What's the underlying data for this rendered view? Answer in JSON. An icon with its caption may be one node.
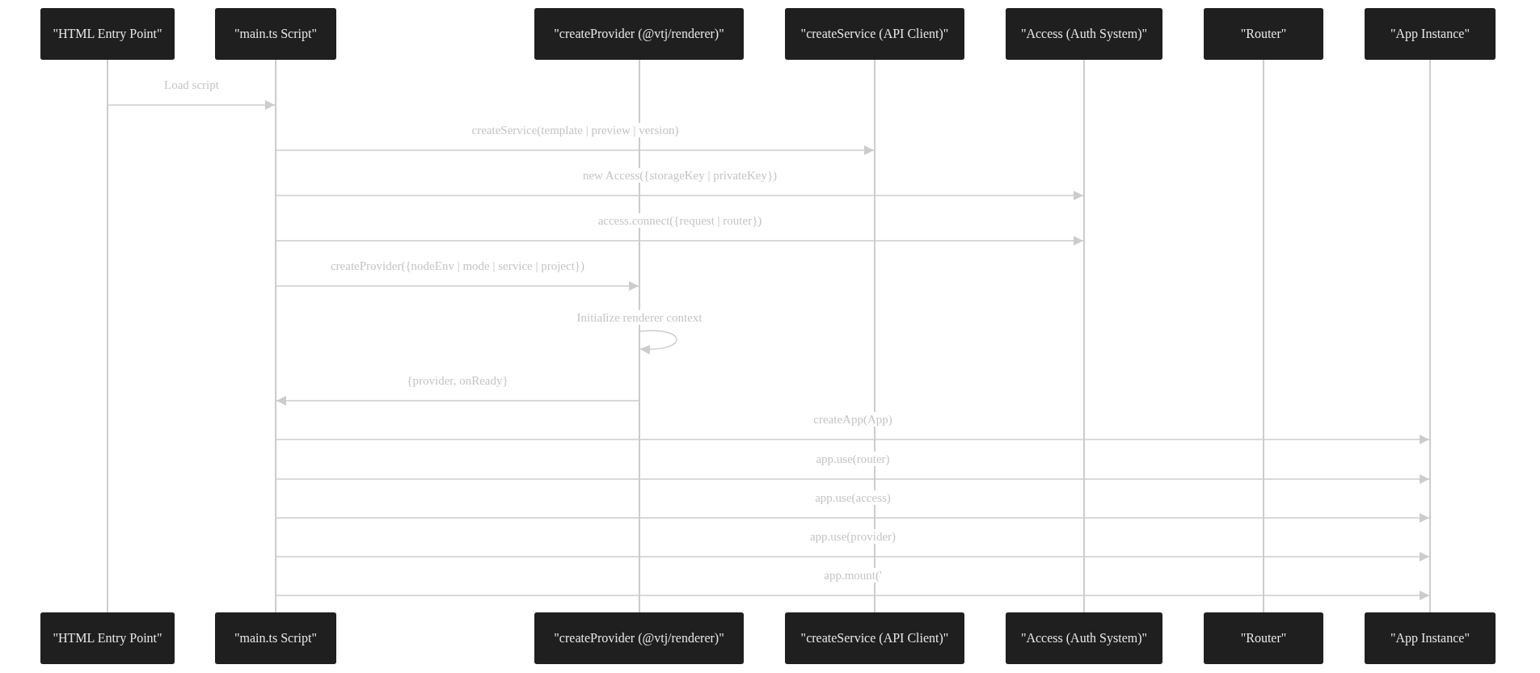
{
  "diagram": {
    "nodes": [
      {
        "text": [
          "\"HTML Entry Point\""
        ]
      },
      {
        "text": [
          "\"main.ts Script\""
        ]
      },
      {
        "text": [
          "\"createProvider (@vtj/renderer)\""
        ]
      },
      {
        "text": [
          "\"createService (API Client)\""
        ]
      },
      {
        "text": [
          "\"Access (Auth System)\""
        ]
      },
      {
        "text": [
          "\"Router\""
        ]
      },
      {
        "text": [
          "\"App Instance\""
        ]
      },
      {
        "text": [],
        "shape": "bar"
      },
      {
        "text": [],
        "shape": "bar"
      },
      {
        "text": [],
        "shape": "bar"
      },
      {
        "text": [],
        "shape": "bar"
      },
      {
        "text": [],
        "shape": "bar"
      },
      {
        "text": [],
        "shape": "bar"
      },
      {
        "text": [],
        "shape": "bar"
      },
      {
        "text": [
          "\"HTML Entry Point\""
        ]
      },
      {
        "text": [
          "\"main.ts Script\""
        ]
      },
      {
        "text": [
          "\"createProvider (@vtj/renderer)\""
        ]
      },
      {
        "text": [
          "\"createService (API Client)\""
        ]
      },
      {
        "text": [
          "\"Access (Auth System)\""
        ]
      },
      {
        "text": [
          "\"Router\""
        ]
      },
      {
        "text": [
          "\"App Instance\""
        ]
      }
    ],
    "edges": [
      {
        "from": 7,
        "to": 8,
        "arrow": "to",
        "label": "Load script"
      },
      {
        "from": 8,
        "to": 10,
        "arrow": "to",
        "label": "createService(template | preview | version)"
      },
      {
        "from": 8,
        "to": 11,
        "arrow": "to",
        "label": "new Access({storageKey | privateKey})"
      },
      {
        "from": 8,
        "to": 11,
        "arrow": "to",
        "label": "access.connect({request | router})"
      },
      {
        "from": 8,
        "to": 9,
        "arrow": "to",
        "label": "createProvider({nodeEnv | mode | service | project})"
      },
      {
        "from": 9,
        "to": 9,
        "arrow": "to",
        "label": "Initialize renderer context"
      },
      {
        "from": 9,
        "to": 8,
        "arrow": "to",
        "label": "{provider, onReady}"
      },
      {
        "from": 8,
        "to": 13,
        "arrow": "to",
        "label": "createApp(App)"
      },
      {
        "from": 8,
        "to": 13,
        "arrow": "to",
        "label": "app.use(router)"
      },
      {
        "from": 8,
        "to": 13,
        "arrow": "to",
        "label": "app.use(access)"
      },
      {
        "from": 8,
        "to": 13,
        "arrow": "to",
        "label": "app.use(provider)"
      },
      {
        "from": 8,
        "to": 13,
        "arrow": "to",
        "label": "app.mount('"
      }
    ]
  }
}
